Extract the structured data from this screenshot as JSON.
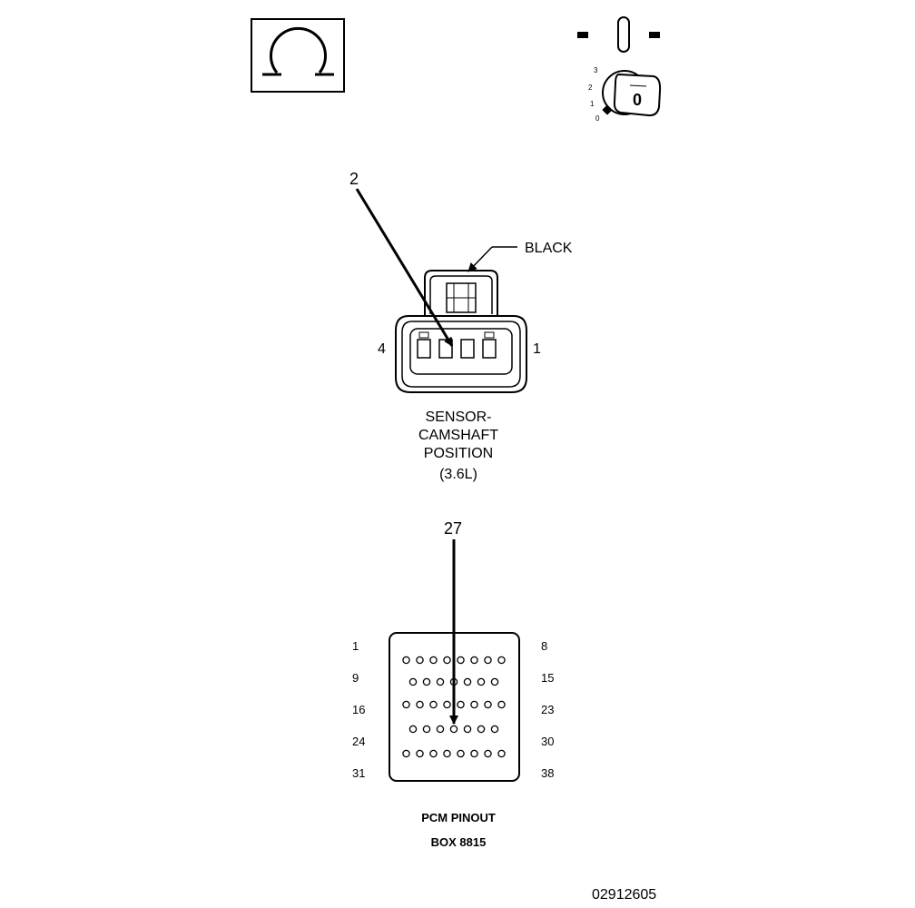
{
  "meter": {
    "symbol_icon": "ohm-symbol-icon"
  },
  "ignition": {
    "icon": "ignition-key-switch-icon",
    "positions": [
      "3",
      "2",
      "1",
      "0"
    ],
    "key_label": "0"
  },
  "sensor_connector": {
    "pin_callout": "2",
    "color_label": "BLACK",
    "left_pin": "4",
    "right_pin": "1",
    "name_lines": [
      "SENSOR-",
      "CAMSHAFT",
      "POSITION",
      "(3.6L)"
    ]
  },
  "pcm_connector": {
    "pin_callout": "27",
    "left_row_labels": [
      "1",
      "9",
      "16",
      "24",
      "31"
    ],
    "right_row_labels": [
      "8",
      "15",
      "23",
      "30",
      "38"
    ],
    "title_lines": [
      "PCM PINOUT",
      "BOX 8815"
    ]
  },
  "figure_id": "02912605"
}
